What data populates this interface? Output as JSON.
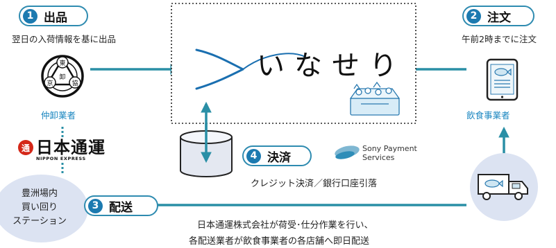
{
  "steps": [
    {
      "num": "1",
      "label": "出品"
    },
    {
      "num": "2",
      "label": "注文"
    },
    {
      "num": "3",
      "label": "配送"
    },
    {
      "num": "4",
      "label": "決済"
    }
  ],
  "step1_desc": "翌日の入荷情報を基に出品",
  "step2_desc": "午前2時までに注文",
  "step4_desc": "クレジット決済／銀行口座引落",
  "step3_desc_line1": "日本通運株式会社が荷受･仕分作業を行い、",
  "step3_desc_line2": "各配送業者が飲食事業者の各店舗へ即日配送",
  "wholesaler_label": "仲卸業者",
  "restaurant_label": "飲食事業者",
  "service_name": "いなせり",
  "nittsu_name": "日本通運",
  "nittsu_sub": "NIPPON EXPRESS",
  "nittsu_mark": "通",
  "station_line1": "豊洲場内",
  "station_line2": "買い回り",
  "station_line3": "ステーション",
  "sony_line1": "Sony Payment",
  "sony_line2": "Services",
  "wholesaler_emblem": {
    "top": "東",
    "center": "卸",
    "left": "京",
    "right": "協"
  },
  "colors": {
    "accent": "#1c7ab0",
    "teal": "#2a8fa6",
    "nittsu_red": "#d42718",
    "station_fill": "#dce3f2"
  }
}
